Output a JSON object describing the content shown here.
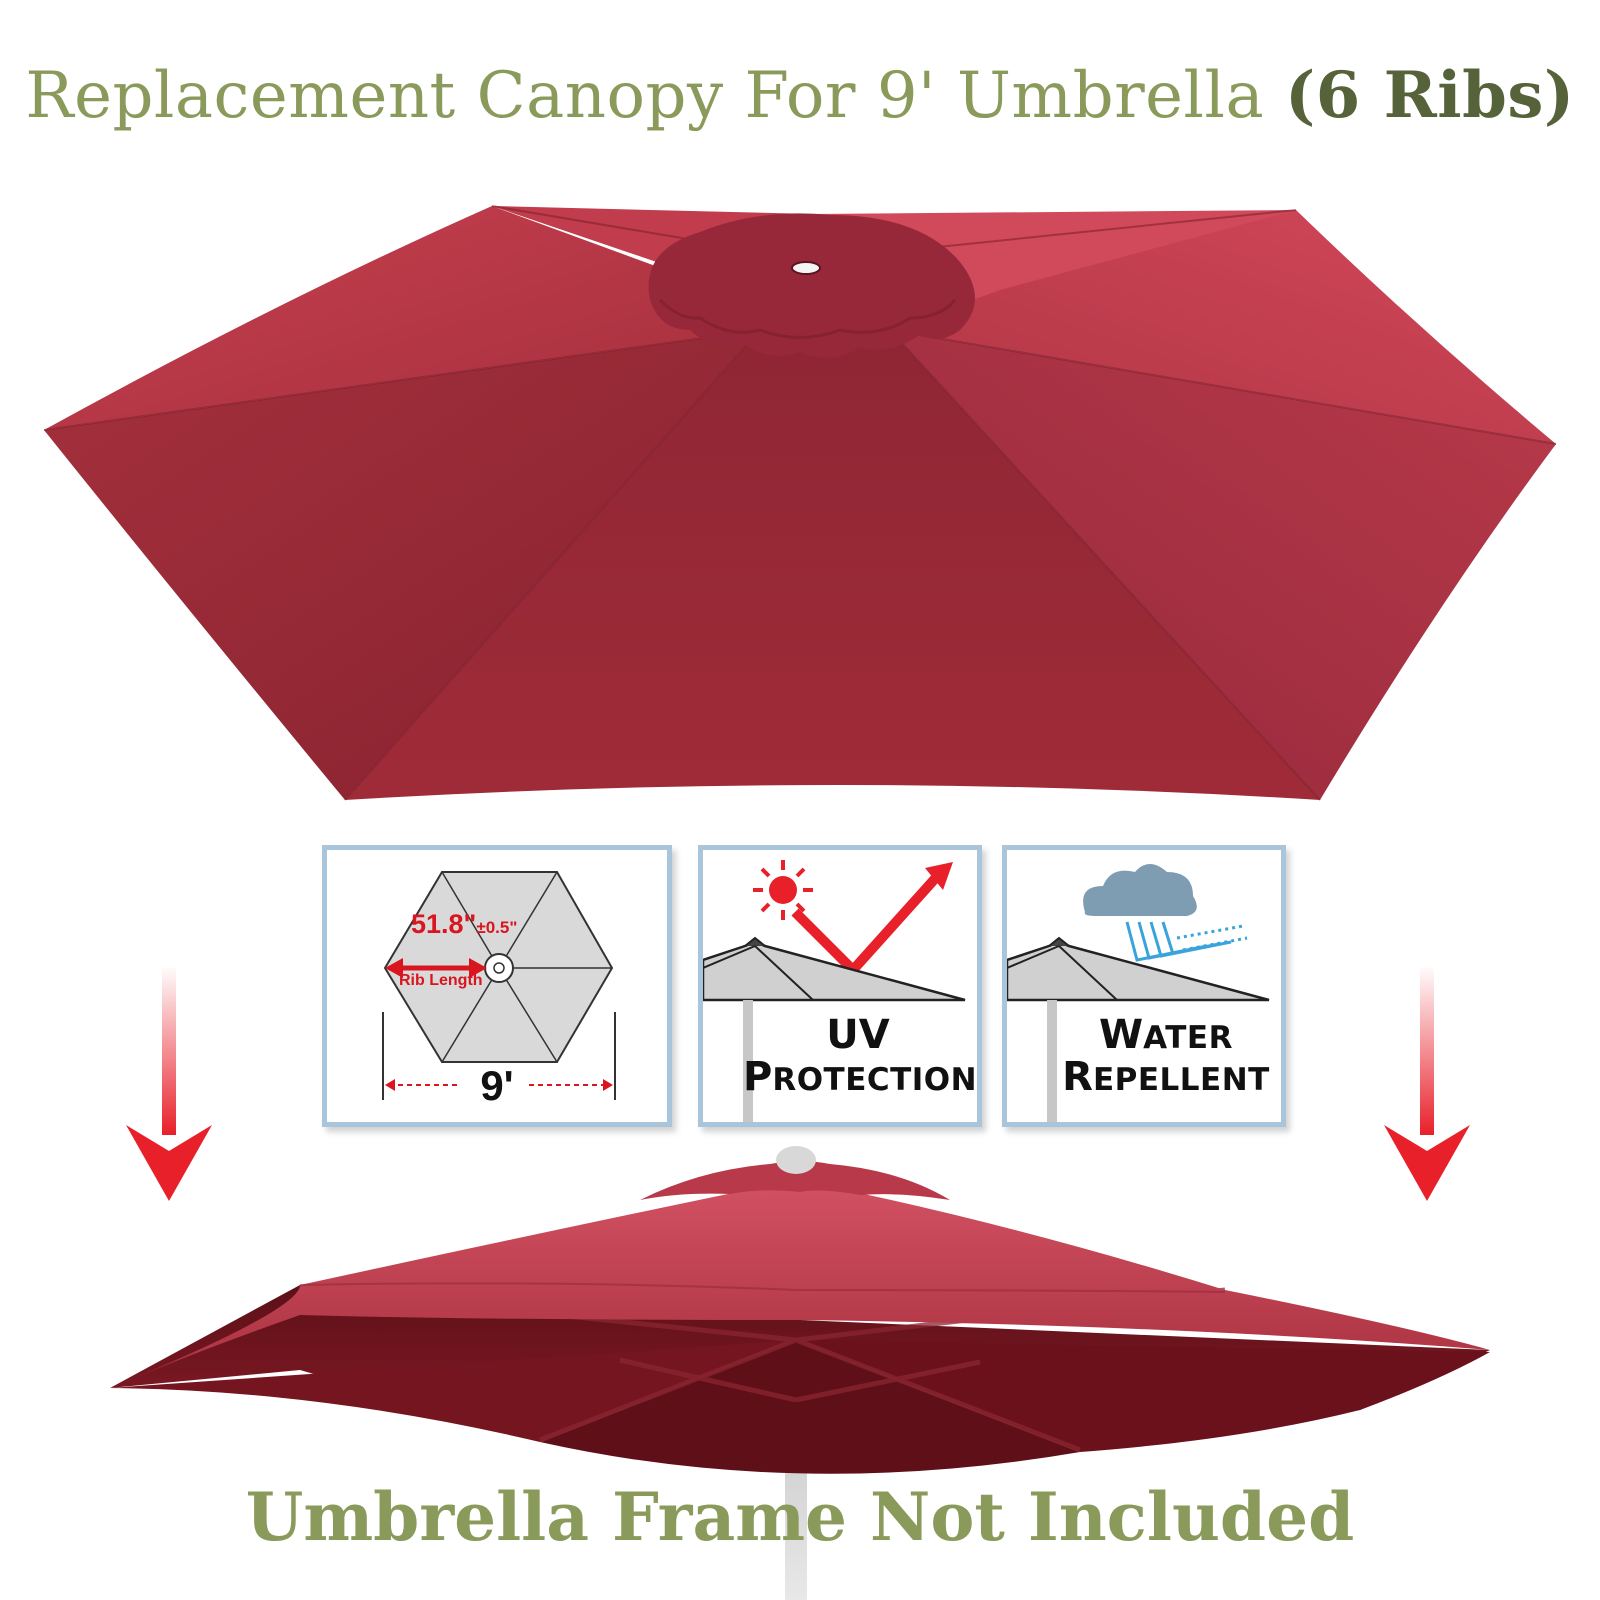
{
  "header": {
    "title_main": "Replacement Canopy For 9' Umbrella ",
    "title_emphasis": "(6 Ribs)"
  },
  "product": {
    "canopy_color": "#a8303e",
    "rib_count": 6
  },
  "features": {
    "size": {
      "rib_length_value": "51.8\"",
      "rib_length_tolerance": "±0.5\"",
      "rib_length_label": "Rib Length",
      "diameter": "9'"
    },
    "uv": {
      "line1_initial": "UV",
      "line1_rest": "",
      "line2_initial": "P",
      "line2_rest": "ROTECTION"
    },
    "water": {
      "line1_initial": "W",
      "line1_rest": "ATER",
      "line2_initial": "R",
      "line2_rest": "EPELLENT"
    }
  },
  "footer": {
    "note": "Umbrella Frame Not Included"
  },
  "colors": {
    "title_green": "#8a9a5b",
    "title_dark_green": "#56633a",
    "arrow_red": "#e8202a",
    "panel_border": "#a9c5dc"
  }
}
